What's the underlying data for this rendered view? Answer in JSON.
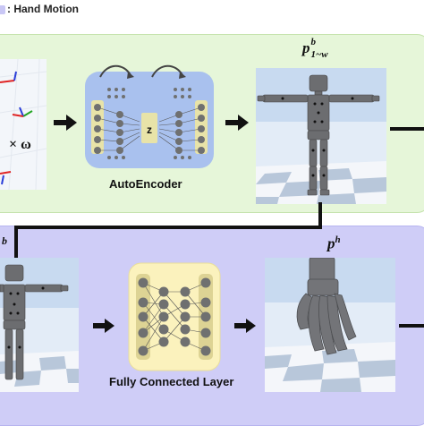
{
  "legend": {
    "hand_motion": ": Hand Motion",
    "swatch_color": "#c9c7f5"
  },
  "top_panel": {
    "operator": "× ω",
    "module_label": "AutoEncoder",
    "latent_label": "z",
    "output_label_base": "p",
    "output_label_sup": "b",
    "output_label_sub": "1~w"
  },
  "bottom_panel": {
    "input_label_sup": "b",
    "module_label": "Fully Connected Layer",
    "output_label_base": "p",
    "output_label_sup": "h"
  },
  "colors": {
    "top_panel_bg": "#e6f6d9",
    "bottom_panel_bg": "#cfcdf7",
    "autoencoder_bg": "#a9c1ee",
    "fc_bg": "#fbf2bd",
    "neuron": "#6f7070",
    "arrow": "#111111"
  }
}
